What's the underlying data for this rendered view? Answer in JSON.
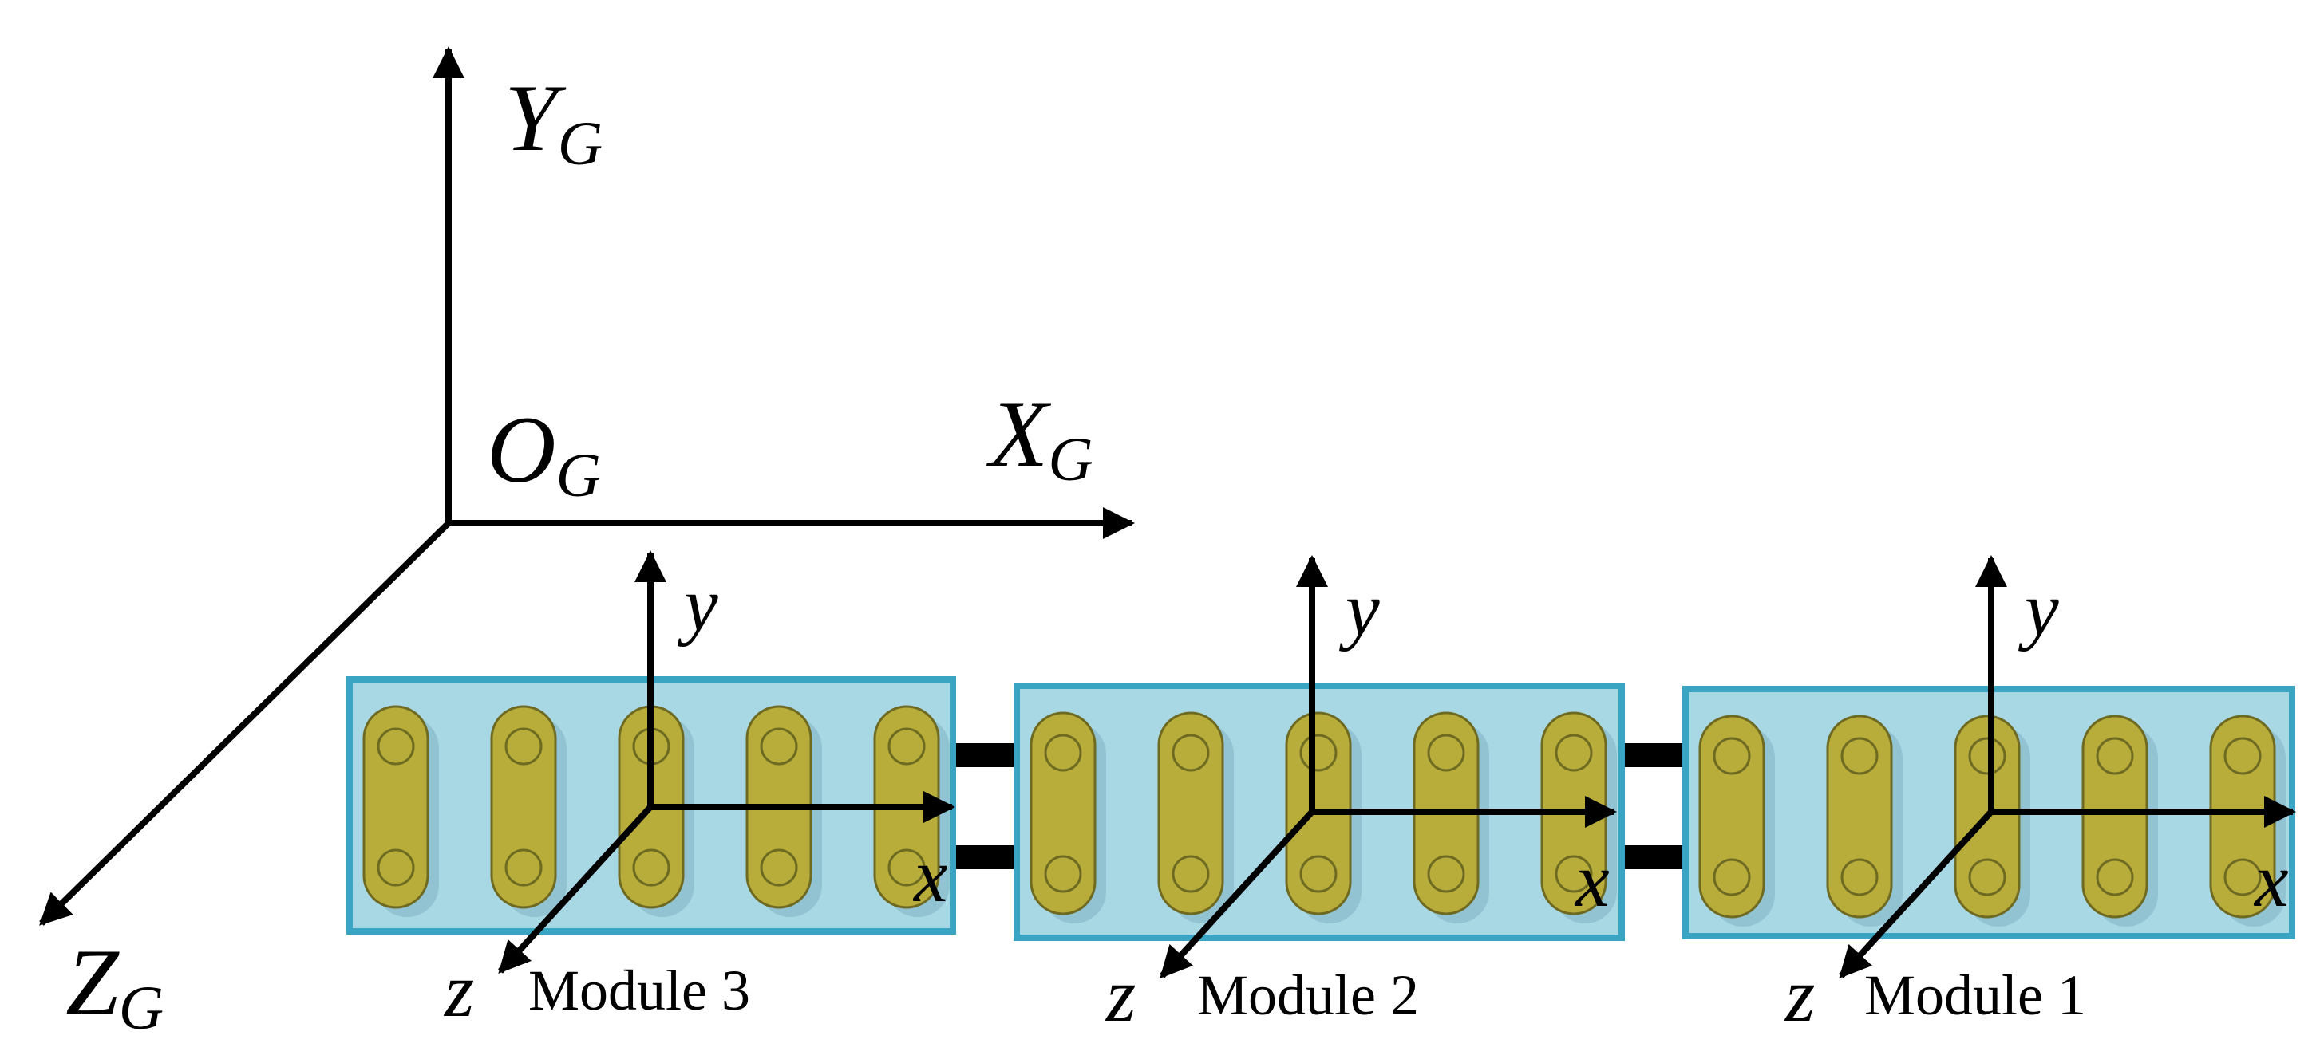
{
  "global_frame": {
    "y_axis": {
      "main": "Y",
      "sub": "G"
    },
    "x_axis": {
      "main": "X",
      "sub": "G"
    },
    "origin": {
      "main": "O",
      "sub": "G"
    },
    "z_axis": {
      "main": "Z",
      "sub": "G"
    }
  },
  "modules": [
    {
      "label": "Module 3",
      "x_label": "x",
      "y_label": "y",
      "z_label": "z"
    },
    {
      "label": "Module 2",
      "x_label": "x",
      "y_label": "y",
      "z_label": "z"
    },
    {
      "label": "Module 1",
      "x_label": "x",
      "y_label": "y",
      "z_label": "z"
    }
  ],
  "colors": {
    "module_fill": "#a9d8e5",
    "module_border": "#3aa5c2",
    "pill_fill": "#b8ad3a",
    "axes": "#000000"
  },
  "pills_per_module": 5
}
